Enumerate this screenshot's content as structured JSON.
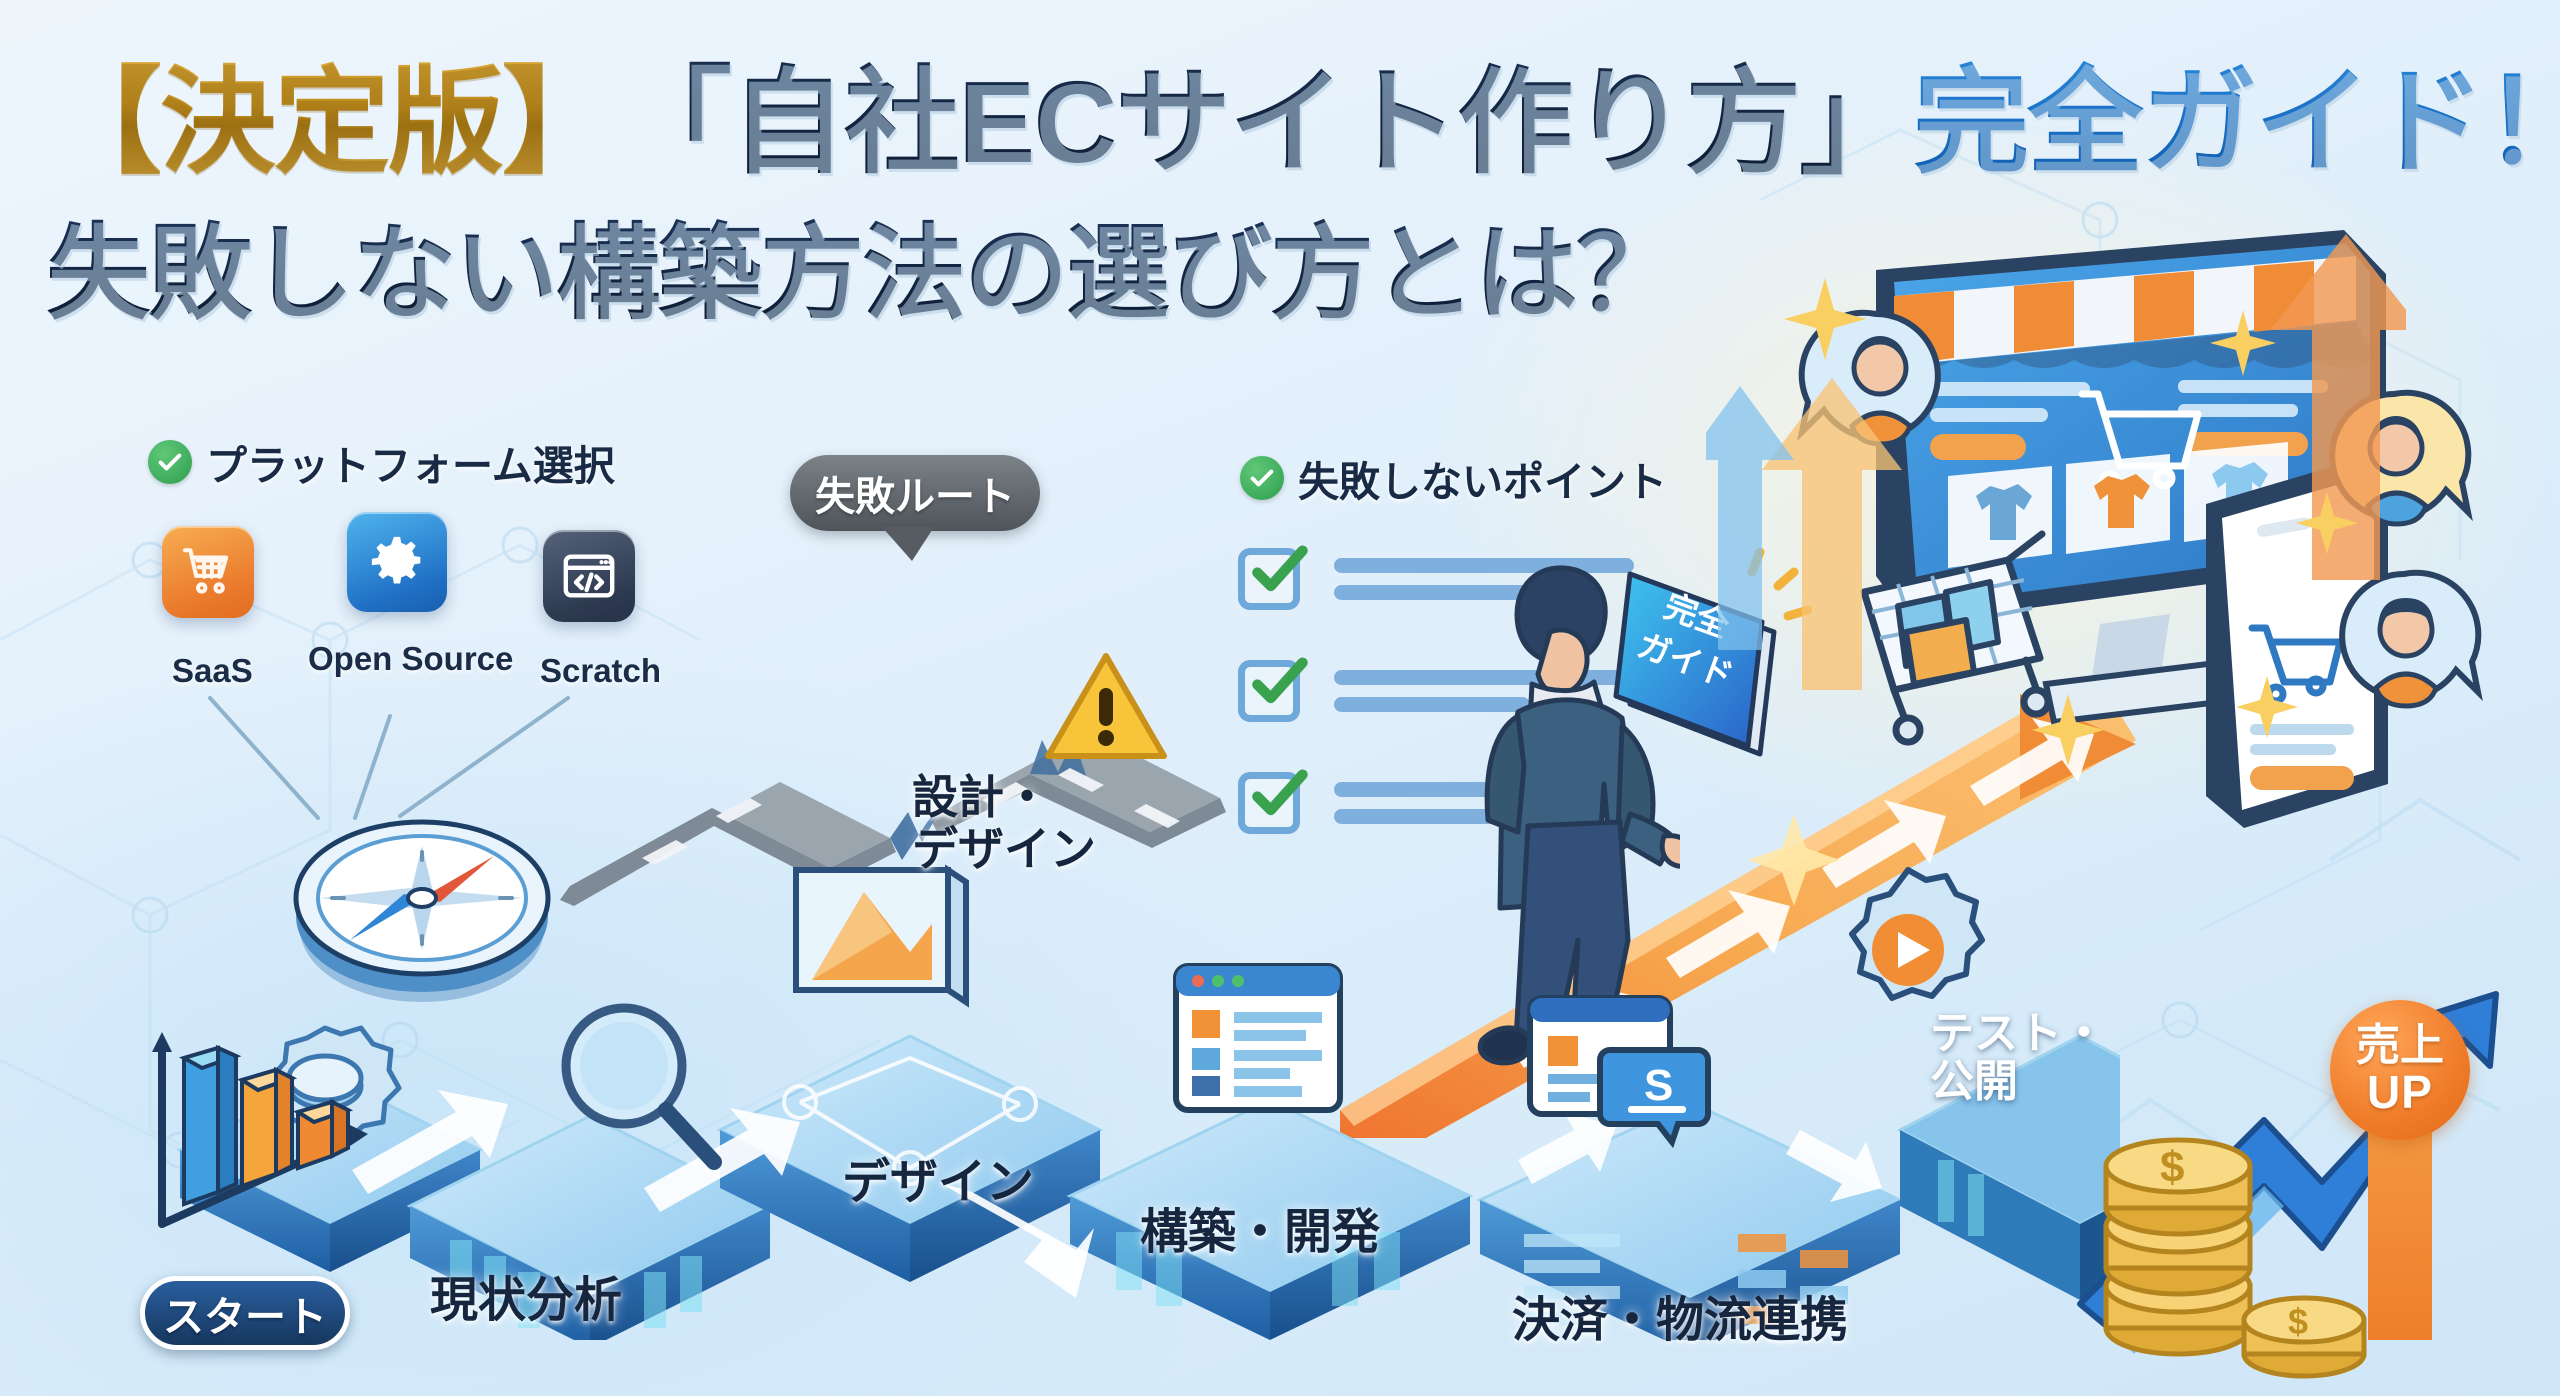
{
  "title": {
    "line1_gold": "【決定版】",
    "line1_navy": "「自社ECサイト作り方」",
    "line1_blue": "完全ガイド！",
    "line2_navy": "失敗しない構築方法の選び方とは？"
  },
  "sections": {
    "platform_heading": "プラットフォーム選択",
    "points_heading": "失敗しないポイント",
    "fail_route_badge": "失敗ルート",
    "start_badge": "スタート",
    "sales_up_badge": {
      "line1": "売上",
      "line2": "UP"
    },
    "guide_book": {
      "line1": "完全",
      "line2": "ガイド"
    }
  },
  "platform_options": [
    {
      "label": "SaaS",
      "icon": "shopping-cart-icon",
      "color": "#ea7a2c"
    },
    {
      "label": "Open Source",
      "icon": "gear-icon",
      "color": "#1f6fc4"
    },
    {
      "label": "Scratch",
      "icon": "code-window-icon",
      "color": "#2e3a50"
    }
  ],
  "checklist": [
    {
      "checked": true,
      "line_widths": [
        300,
        196
      ]
    },
    {
      "checked": true,
      "line_widths": [
        300,
        196
      ]
    },
    {
      "checked": true,
      "line_widths": [
        300,
        196
      ]
    }
  ],
  "steps": [
    {
      "label": "現状分析",
      "order": 1
    },
    {
      "label": "設計・\nデザイン",
      "order": 2
    },
    {
      "label": "デザイン",
      "order": 3
    },
    {
      "label": "構築・開発",
      "order": 4
    },
    {
      "label": "決済・物流連携",
      "order": 5
    },
    {
      "label": "テスト・\n公開",
      "order": 6
    }
  ],
  "chart_data": {
    "type": "bar",
    "title": "",
    "categories": [
      "1",
      "2",
      "3"
    ],
    "values": [
      100,
      74,
      46
    ],
    "colors": [
      "#3f9fe0",
      "#f5a53b",
      "#ef8a32"
    ],
    "xlabel": "",
    "ylabel": "",
    "grid": false,
    "legend": false
  },
  "colors": {
    "gold": "#c28e1e",
    "navy": "#14273f",
    "blue": "#1a72c8",
    "orange": "#ef8a32",
    "green": "#2f9e4f",
    "gray": "#565c61",
    "background": "#e3f0fb"
  },
  "icons": {
    "check_circle": "check-circle-icon",
    "compass": "compass-icon",
    "warning": "warning-triangle-icon",
    "magnifier": "magnifier-icon",
    "gear": "gear-icon",
    "monitor": "monitor-storefront-icon",
    "phone": "smartphone-icon",
    "cart": "shopping-cart-icon",
    "coins": "coin-stack-icon",
    "bar_chart": "bar-chart-icon"
  }
}
